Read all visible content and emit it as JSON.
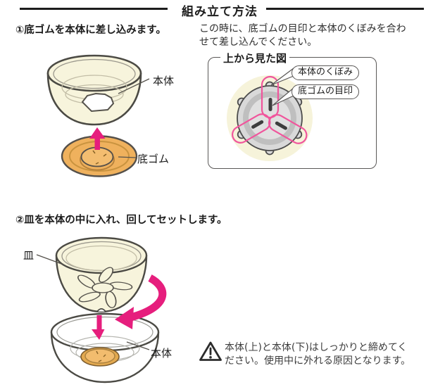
{
  "header": {
    "title": "組み立て方法"
  },
  "step1": {
    "heading": "①底ゴムを本体に差し込みます。",
    "note_line1": "この時に、底ゴムの目印と本体のくぼみを合わ",
    "note_line2": "せて差し込んでください。",
    "label_body": "本体",
    "label_rubber": "底ゴム"
  },
  "topview": {
    "box_title": "上から見た図",
    "callout_body_notch": "本体のくぼみ",
    "callout_rubber_mark": "底ゴムの目印"
  },
  "step2": {
    "heading": "②皿を本体の中に入れ、回してセットします。",
    "label_plate": "皿",
    "label_body": "本体"
  },
  "warning": {
    "icon": "warning-triangle",
    "line1": "本体(上)と本体(下)はしっかりと締めてく",
    "line2": "ださい。使用中に外れる原因となります。"
  },
  "colors": {
    "accent_magenta": "#e61e7d",
    "highlight_pink": "#f0559c",
    "cream": "#f7f4dc",
    "rubber_orange": "#efb15d",
    "text": "#1c1c1c"
  }
}
